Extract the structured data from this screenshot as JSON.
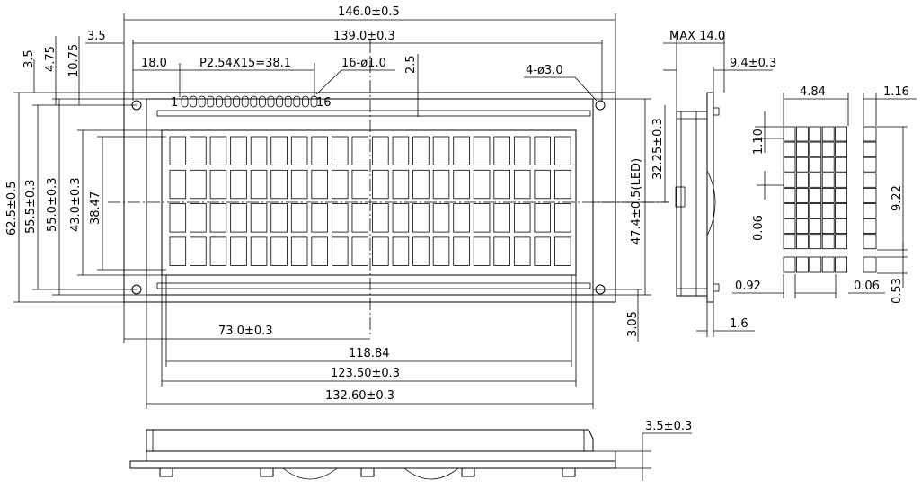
{
  "dims": {
    "overall_width": "146.0±0.5",
    "mount_hole_pitch_x": "139.0±0.3",
    "edge_3_5": "3.5",
    "first_pin_offset": "18.0",
    "pin_pitch": "P2.54X15=38.1",
    "pin_holes": "16-ø1.0",
    "pin_row_offset": "2.5",
    "mount_holes": "4-ø3.0",
    "left_3_5": "3.5",
    "left_4_75": "4.75",
    "left_10_75": "10.75",
    "pin_1": "1",
    "pin_16": "16",
    "overall_height": "62.5±0.5",
    "hole_pitch_y": "55.5±0.3",
    "bezel_height": "55.0±0.3",
    "viewing_height": "43.0±0.3",
    "active_height": "38.47",
    "led_height": "47.4±0.5(LED)",
    "center_height": "32.25±0.3",
    "bottom_3_05": "3.05",
    "center_x": "73.0±0.3",
    "active_width": "118.84",
    "viewing_width": "123.50±0.3",
    "bezel_width": "132.60±0.3",
    "side_max": "MAX  14.0",
    "side_thickness": "9.4±0.3",
    "side_pcb": "1.6",
    "char_width": "4.84",
    "dot_width": "1.16",
    "line_1_10": "1.10",
    "char_height": "9.22",
    "dot_gap_v": "0.06",
    "dot_pitch_left": "0.92",
    "dot_gap_h": "0.06",
    "cursor_gap": "0.53",
    "bottom_view_height": "3.5±0.3"
  }
}
